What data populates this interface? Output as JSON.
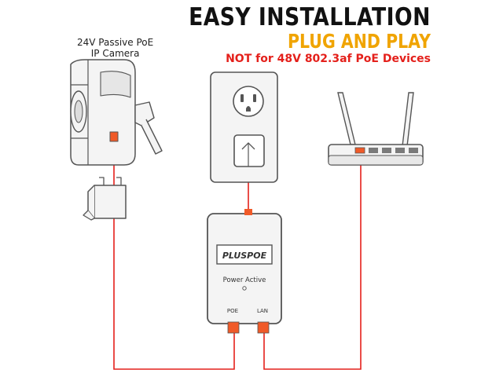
{
  "header": {
    "title": "EASY INSTALLATION",
    "subtitle": "PLUG AND PLAY",
    "warning": "NOT for 48V 802.3af PoE Devices"
  },
  "camera": {
    "label_line1": "24V Passive PoE",
    "label_line2": "IP Camera"
  },
  "injector": {
    "brand": "PLUSPOE",
    "status_label": "Power Active",
    "port_poe": "POE",
    "port_lan": "LAN"
  },
  "colors": {
    "cable": "#e4201b",
    "connector": "#f05a28",
    "title": "#111111",
    "subtitle": "#f0a400",
    "warning": "#e4201b",
    "outline": "#555555",
    "device_fill": "#f4f4f4"
  },
  "icons": {
    "camera": "ip-camera-icon",
    "outlet": "wall-outlet-icon",
    "router": "router-icon",
    "injector": "poe-injector-icon"
  }
}
